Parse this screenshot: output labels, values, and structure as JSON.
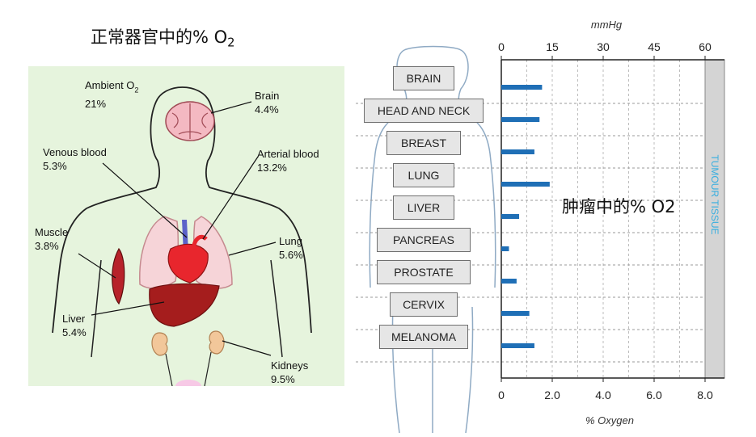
{
  "left": {
    "title": "正常器官中的% O",
    "title_sub": "2",
    "ambient": {
      "name": "Ambient O",
      "sub": "2",
      "value": "21%"
    },
    "labels": [
      {
        "id": "brain",
        "name": "Brain",
        "value": "4.4%"
      },
      {
        "id": "venous",
        "name": "Venous blood",
        "value": "5.3%"
      },
      {
        "id": "arterial",
        "name": "Arterial blood",
        "value": "13.2%"
      },
      {
        "id": "muscle",
        "name": "Muscle",
        "value": "3.8%"
      },
      {
        "id": "lung",
        "name": "Lung",
        "value": "5.6%"
      },
      {
        "id": "liver",
        "name": "Liver",
        "value": "5.4%"
      },
      {
        "id": "kidneys",
        "name": "Kidneys",
        "value": "9.5%"
      }
    ],
    "colors": {
      "panel": "#e6f4dd",
      "heart": "#e8262d",
      "liver": "#a51d1d",
      "lung": "#f6d4d8",
      "kidney": "#f2c79a",
      "muscle": "#b7222a",
      "vein": "#5b63c9"
    }
  },
  "right": {
    "title": "肿瘤中的% O2"
  },
  "chart_data": {
    "type": "bar",
    "orientation": "horizontal",
    "categories": [
      "BRAIN",
      "HEAD AND NECK",
      "BREAST",
      "LUNG",
      "LIVER",
      "PANCREAS",
      "PROSTATE",
      "CERVIX",
      "MELANOMA"
    ],
    "series": [
      {
        "values": [
          1.6,
          1.5,
          1.3,
          1.9,
          0.7,
          0.3,
          0.6,
          1.1,
          1.3
        ]
      }
    ],
    "xlabel": "% Oxygen",
    "xlim": [
      0,
      8.0
    ],
    "xticks": [
      "0",
      "2.0",
      "4.0",
      "6.0",
      "8.0"
    ],
    "secondary_axis": {
      "label": "mmHg",
      "range": [
        0,
        60
      ],
      "ticks": [
        "0",
        "15",
        "30",
        "45",
        "60"
      ]
    },
    "shaded_band_label": "TUMOUR TISSUE",
    "grid": true,
    "colors": {
      "bar": "#1f6fb6",
      "band": "#d4d4d4",
      "band_text": "#35aee0"
    }
  }
}
